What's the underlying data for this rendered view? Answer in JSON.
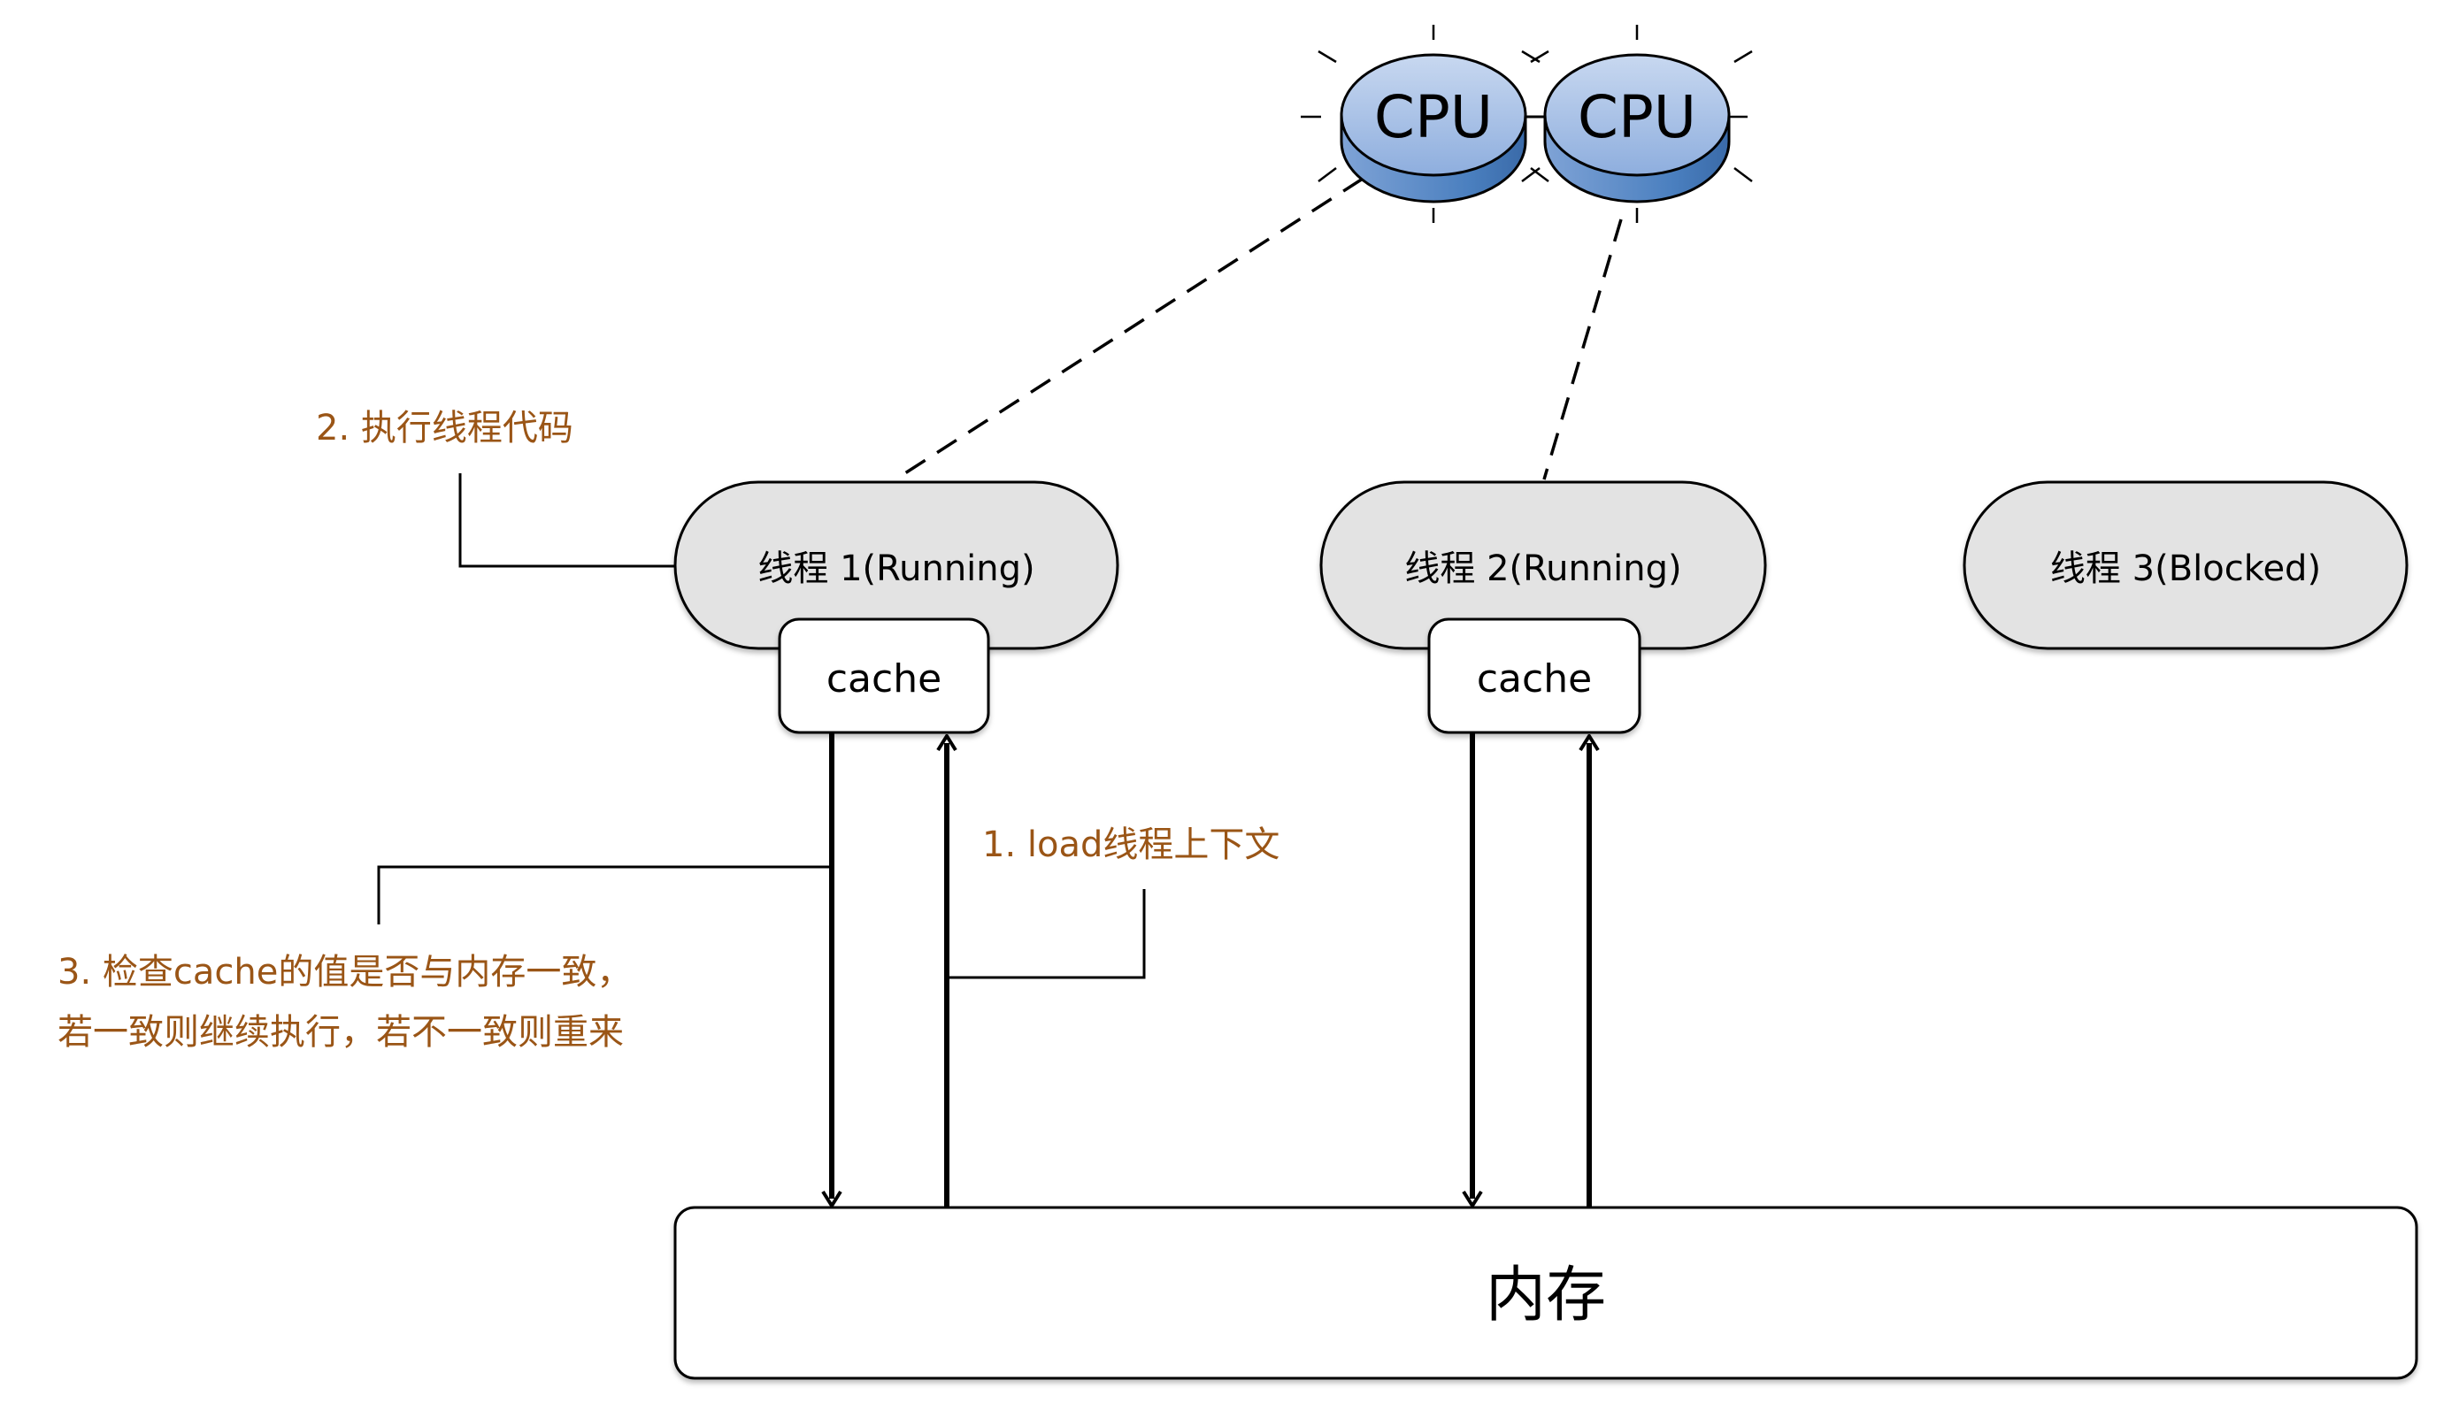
{
  "colors": {
    "annotation": "#9a5516",
    "thread_fill": "#e3e3e3",
    "cpu_top": "#a6bfe4",
    "cpu_side": "#4a7fbf",
    "stroke": "#000000"
  },
  "cpus": [
    {
      "label": "CPU",
      "icon": "cpu-icon"
    },
    {
      "label": "CPU",
      "icon": "cpu-icon"
    }
  ],
  "threads": [
    {
      "label": "线程 1(Running)"
    },
    {
      "label": "线程 2(Running)"
    },
    {
      "label": "线程 3(Blocked)"
    }
  ],
  "caches": [
    {
      "label": "cache"
    },
    {
      "label": "cache"
    }
  ],
  "memory": {
    "label": "内存"
  },
  "annotations": {
    "step1": "1. load线程上下文",
    "step2": "2. 执行线程代码",
    "step3_line1": "3. 检查cache的值是否与内存一致，",
    "step3_line2": "若一致则继续执行，若不一致则重来"
  }
}
